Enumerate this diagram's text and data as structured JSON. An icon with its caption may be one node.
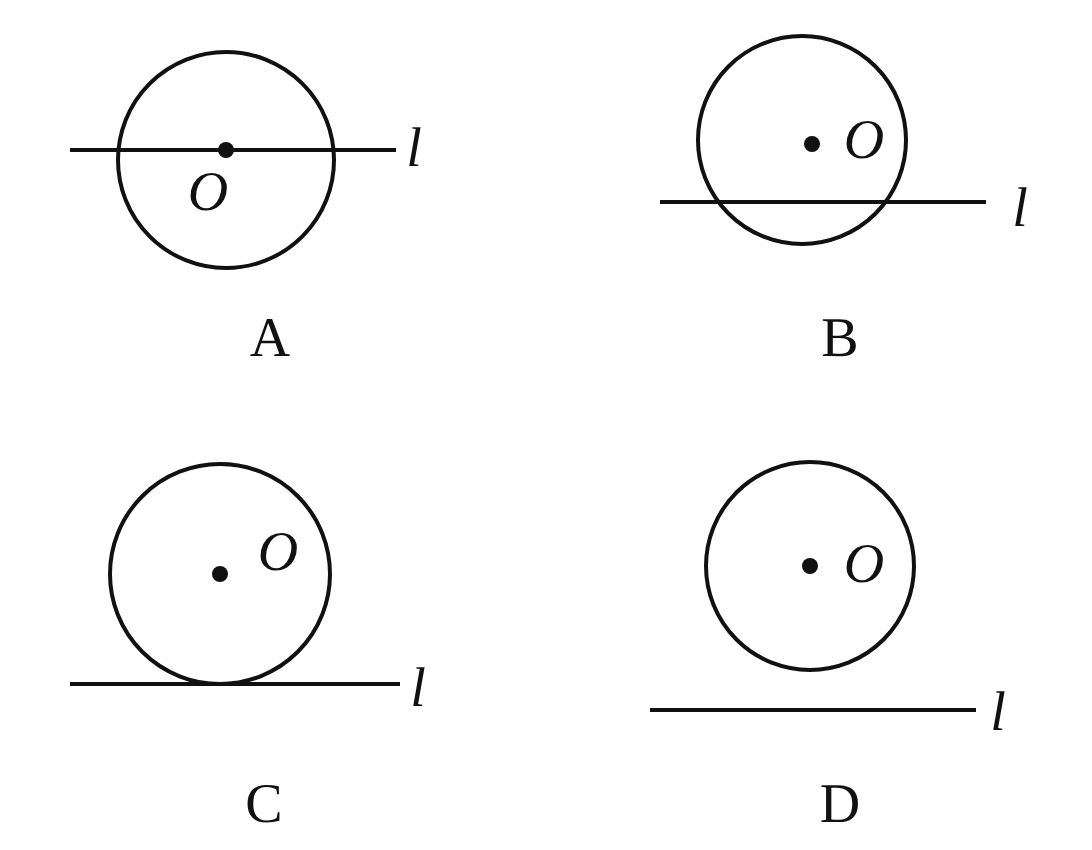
{
  "diagram": {
    "labels": [
      "O",
      "l",
      "A",
      "O",
      "l",
      "B",
      "O",
      "l",
      "C",
      "O",
      "l",
      "D"
    ]
  }
}
